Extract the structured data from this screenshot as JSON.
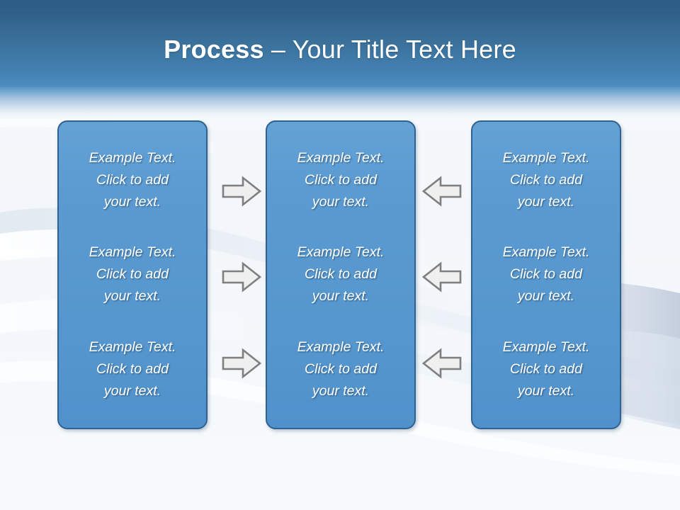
{
  "slide": {
    "title": {
      "bold_part": "Process",
      "rest_part": " – Your Title Text Here",
      "full": "Process – Your Title Text Here"
    },
    "theme": {
      "header_top_color": "#2d5c85",
      "header_bottom_color": "#4b8cc0",
      "box_fill_color": "#5b9bd1",
      "box_border_color": "#2f6191",
      "background_color": "#f4f8fc",
      "text_color": "#ffffff",
      "arrow_fill_color": "#efefef",
      "arrow_border_color": "#808080"
    },
    "columns": [
      {
        "name": "column-left",
        "cells": [
          {
            "text": "Example Text.\nClick  to add\nyour text."
          },
          {
            "text": "Example Text.\nClick  to add\nyour text."
          },
          {
            "text": "Example Text.\nClick  to add\nyour text."
          }
        ]
      },
      {
        "name": "column-middle",
        "cells": [
          {
            "text": "Example Text.\nClick  to add\nyour text."
          },
          {
            "text": "Example Text.\nClick  to add\nyour text."
          },
          {
            "text": "Example Text.\nClick  to add\nyour text."
          }
        ]
      },
      {
        "name": "column-right",
        "cells": [
          {
            "text": "Example Text.\nClick  to add\nyour text."
          },
          {
            "text": "Example Text.\nClick  to add\nyour text."
          },
          {
            "text": "Example Text.\nClick  to add\nyour text."
          }
        ]
      }
    ],
    "arrows": [
      {
        "icon": "arrow-right-icon",
        "direction": "right",
        "row": 1
      },
      {
        "icon": "arrow-right-icon",
        "direction": "right",
        "row": 2
      },
      {
        "icon": "arrow-right-icon",
        "direction": "right",
        "row": 3
      },
      {
        "icon": "arrow-left-icon",
        "direction": "left",
        "row": 1
      },
      {
        "icon": "arrow-left-icon",
        "direction": "left",
        "row": 2
      },
      {
        "icon": "arrow-left-icon",
        "direction": "left",
        "row": 3
      }
    ]
  }
}
